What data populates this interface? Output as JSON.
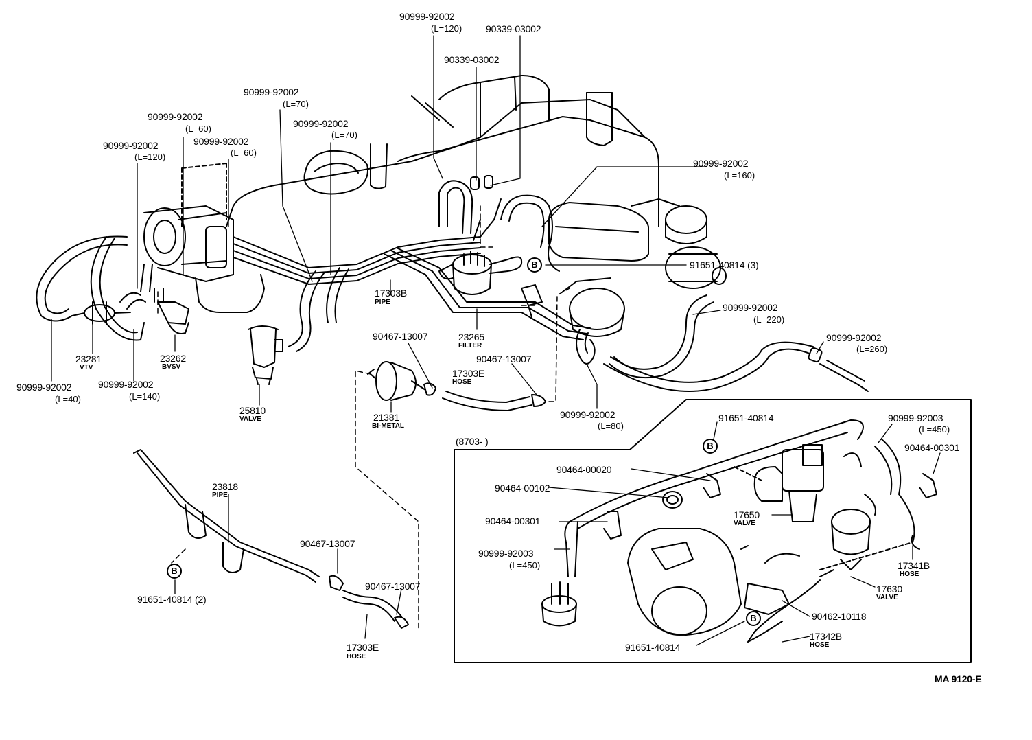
{
  "diagram": {
    "figure_code": "MA 9120-E",
    "inset_label": "(8703-        )",
    "badge_letter": "B",
    "labels": {
      "p_90999_92002_l120_top": "90999-92002",
      "len_l120_top": "(L=120)",
      "p_90339_03002_a": "90339-03002",
      "p_90339_03002_b": "90339-03002",
      "p_90999_92002_l70_a": "90999-92002",
      "len_l70_a": "(L=70)",
      "p_90999_92002_l70_b": "90999-92002",
      "len_l70_b": "(L=70)",
      "p_90999_92002_l60_a": "90999-92002",
      "len_l60_a": "(L=60)",
      "p_90999_92002_l120_left": "90999-92002",
      "len_l120_left": "(L=120)",
      "p_90999_92002_l60_b": "90999-92002",
      "len_l60_b": "(L=60)",
      "p_90999_92002_l160": "90999-92002",
      "len_l160": "(L=160)",
      "p_91651_40814_3": "91651-40814  (3)",
      "p_90999_92002_l220": "90999-92002",
      "len_l220": "(L=220)",
      "p_90999_92002_l260": "90999-92002",
      "len_l260": "(L=260)",
      "p_17303b": "17303B",
      "s_pipe_1": "PIPE",
      "p_23265": "23265",
      "s_filter": "FILTER",
      "p_23281": "23281",
      "s_vtv": "VTV",
      "p_23262": "23262",
      "s_bvsv": "BVSV",
      "p_90999_92002_l40": "90999-92002",
      "len_l40": "(L=40)",
      "p_90999_92002_l140": "90999-92002",
      "len_l140": "(L=140)",
      "p_25810": "25810",
      "s_valve_1": "VALVE",
      "p_90467_13007_a": "90467-13007",
      "p_90467_13007_b": "90467-13007",
      "p_17303e_a": "17303E",
      "s_hose_1": "HOSE",
      "p_21381": "21381",
      "s_bimetal": "BI-METAL",
      "p_90999_92002_l80": "90999-92002",
      "len_l80": "(L=80)",
      "p_23818": "23818",
      "s_pipe_2": "PIPE",
      "p_91651_40814_2": "91651-40814  (2)",
      "p_90467_13007_c": "90467-13007",
      "p_90467_13007_d": "90467-13007",
      "p_17303e_b": "17303E",
      "s_hose_2": "HOSE",
      "p_91651_40814_inset": "91651-40814",
      "p_90999_92003_top": "90999-92003",
      "len_l450_top": "(L=450)",
      "p_90464_00301_r": "90464-00301",
      "p_90464_00020": "90464-00020",
      "p_90464_00102": "90464-00102",
      "p_90464_00301_l": "90464-00301",
      "p_17650": "17650",
      "s_valve_2": "VALVE",
      "p_90999_92003_left": "90999-92003",
      "len_l450_left": "(L=450)",
      "p_17341b": "17341B",
      "s_hose_3": "HOSE",
      "p_17630": "17630",
      "s_valve_3": "VALVE",
      "p_90462_10118": "90462-10118",
      "p_17342b": "17342B",
      "s_hose_4": "HOSE",
      "p_91651_40814_inset_b": "91651-40814"
    }
  }
}
